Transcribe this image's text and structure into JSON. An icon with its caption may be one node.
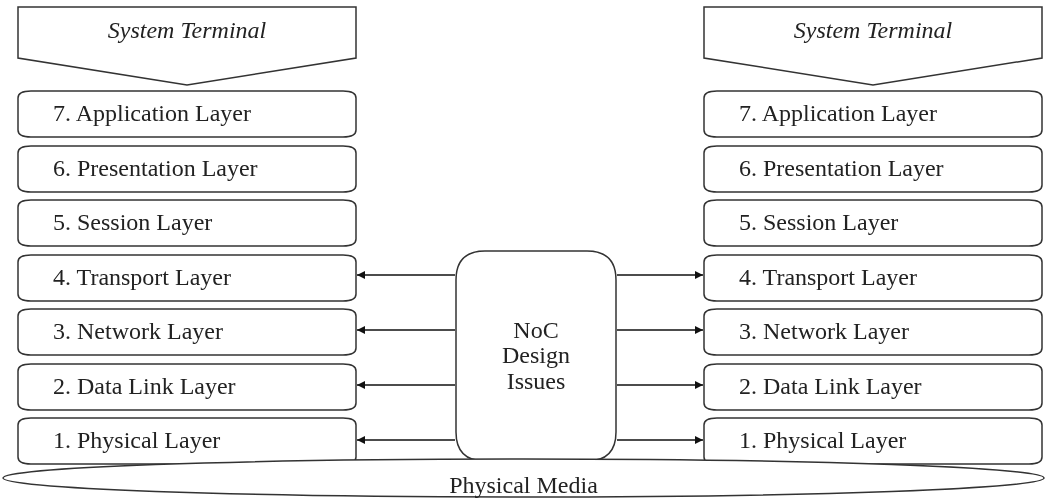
{
  "diagram": {
    "nodes": [
      {
        "text": [
          "System Terminal"
        ]
      },
      {
        "text": [
          "7. Application Layer"
        ]
      },
      {
        "text": [
          "6. Presentation Layer"
        ]
      },
      {
        "text": [
          "5. Session Layer"
        ]
      },
      {
        "text": [
          "4. Transport Layer"
        ]
      },
      {
        "text": [
          "3. Network Layer"
        ]
      },
      {
        "text": [
          "2. Data Link Layer"
        ]
      },
      {
        "text": [
          "1. Physical Layer"
        ]
      },
      {
        "text": [
          "NoC Design Issues"
        ]
      },
      {
        "text": [
          "System Terminal"
        ]
      },
      {
        "text": [
          "7. Application Layer"
        ]
      },
      {
        "text": [
          "6. Presentation Layer"
        ]
      },
      {
        "text": [
          "5. Session Layer"
        ]
      },
      {
        "text": [
          "4. Transport Layer"
        ]
      },
      {
        "text": [
          "3. Network Layer"
        ]
      },
      {
        "text": [
          "2. Data Link Layer"
        ]
      },
      {
        "text": [
          "1. Physical Layer"
        ]
      },
      {
        "text": [
          "Physical Media"
        ]
      }
    ],
    "edges": [
      {
        "from": 8,
        "to": 4,
        "arrow": "to"
      },
      {
        "from": 8,
        "to": 5,
        "arrow": "to"
      },
      {
        "from": 8,
        "to": 6,
        "arrow": "to"
      },
      {
        "from": 8,
        "to": 7,
        "arrow": "to"
      },
      {
        "from": 8,
        "to": 13,
        "arrow": "to"
      },
      {
        "from": 8,
        "to": 14,
        "arrow": "to"
      },
      {
        "from": 8,
        "to": 15,
        "arrow": "to"
      },
      {
        "from": 8,
        "to": 16,
        "arrow": "to"
      }
    ]
  }
}
